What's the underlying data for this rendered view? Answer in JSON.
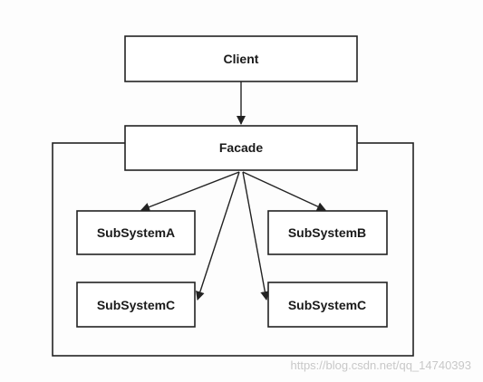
{
  "diagram": {
    "client": {
      "label": "Client"
    },
    "facade": {
      "label": "Facade"
    },
    "subsystems": [
      {
        "label": "SubSystemA"
      },
      {
        "label": "SubSystemB"
      },
      {
        "label": "SubSystemC"
      },
      {
        "label": "SubSystemC"
      }
    ]
  },
  "watermark": {
    "text": "https://blog.csdn.net/qq_14740393"
  },
  "colors": {
    "stroke": "#222222",
    "box_fill": "#ffffff",
    "text": "#1a1a1a"
  }
}
